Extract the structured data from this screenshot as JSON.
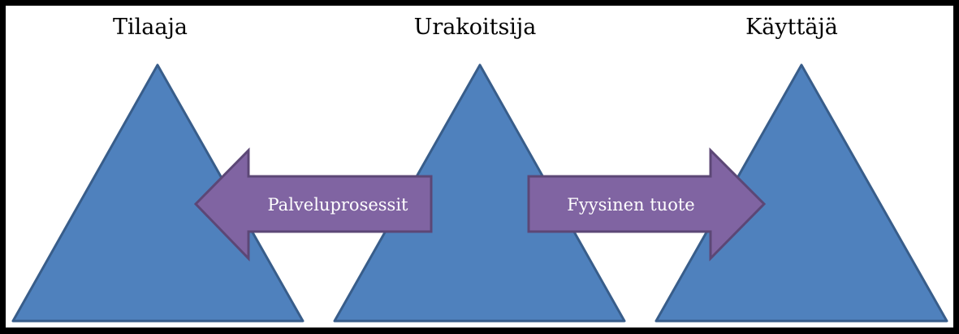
{
  "nodes": [
    {
      "id": "tilaaja",
      "label": "Tilaaja"
    },
    {
      "id": "urakoitsija",
      "label": "Urakoitsija"
    },
    {
      "id": "kayttaja",
      "label": "Käyttäjä"
    }
  ],
  "arrows": [
    {
      "id": "palveluprosessit",
      "label": "Palveluprosessit",
      "from": "urakoitsija",
      "to": "tilaaja"
    },
    {
      "id": "fyysinen-tuote",
      "label": "Fyysinen tuote",
      "from": "urakoitsija",
      "to": "kayttaja"
    }
  ],
  "colors": {
    "background": "#000000",
    "panel": "#ffffff",
    "triangle_fill": "#4f81bd",
    "triangle_stroke": "#385d8a",
    "arrow_fill": "#8064a2",
    "arrow_stroke": "#5c4776",
    "node_text": "#000000",
    "arrow_text": "#ffffff"
  }
}
